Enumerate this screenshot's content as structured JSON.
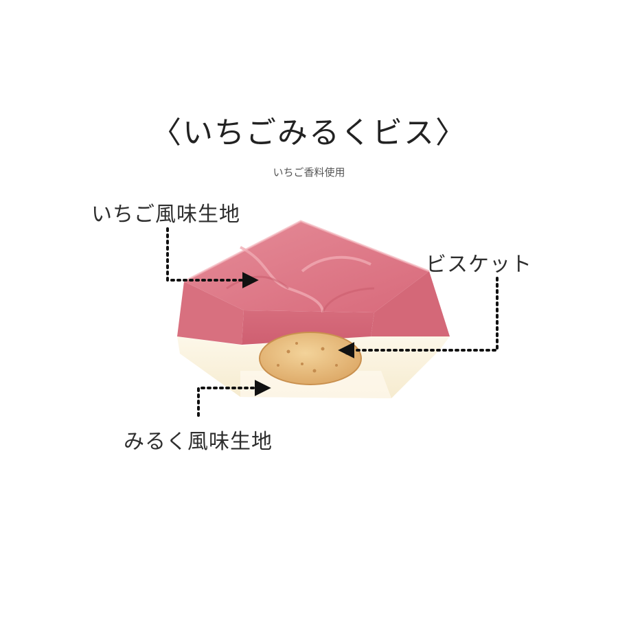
{
  "title": "〈いちごみるくビス〉",
  "subtitle": "いちご香料使用",
  "labels": {
    "strawberry_layer": "いちご風味生地",
    "biscuit": "ビスケット",
    "milk_layer": "みるく風味生地"
  },
  "colors": {
    "strawberry_top": "#d9707f",
    "strawberry_side": "#cf5f70",
    "milk_layer": "#fbf3dc",
    "biscuit": "#e9bc7c",
    "arrow": "#111111"
  }
}
